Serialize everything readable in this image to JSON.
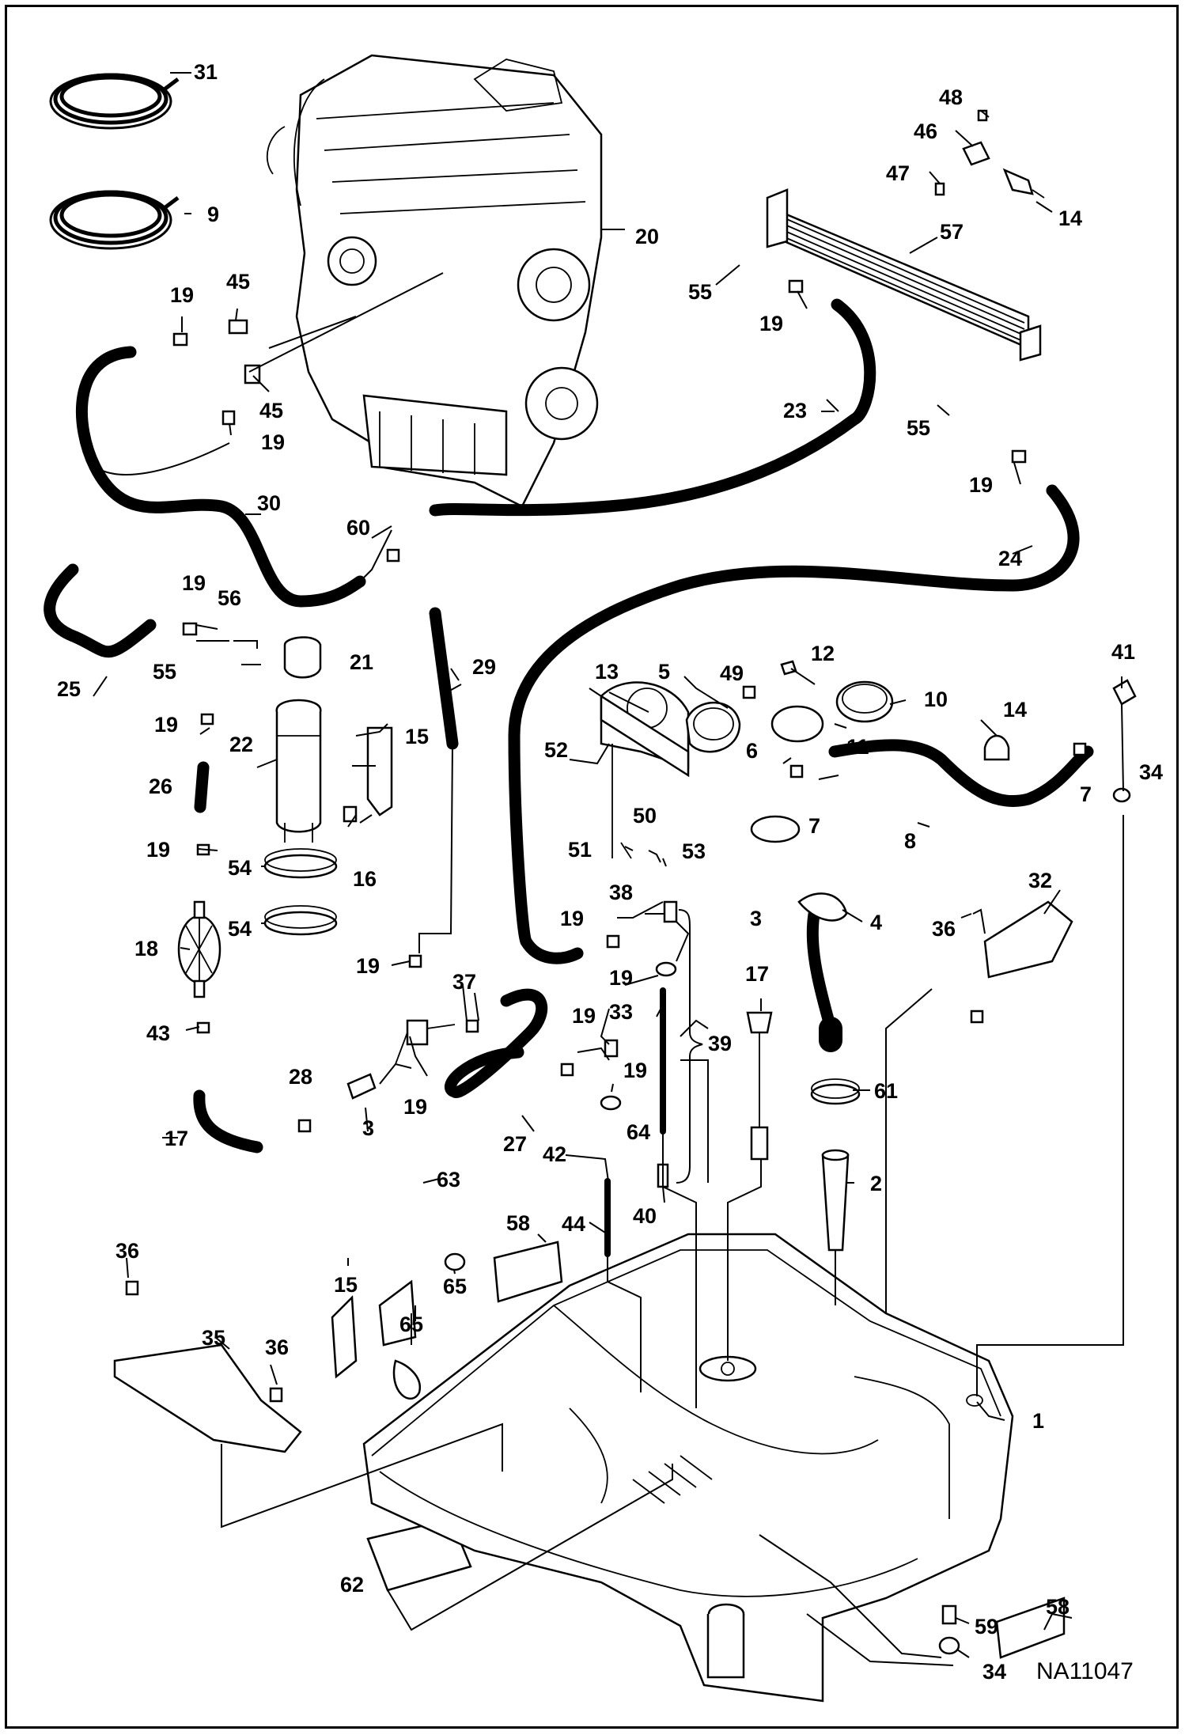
{
  "drawing_code": "NA11047",
  "callouts": [
    {
      "id": "c31",
      "text": "31"
    },
    {
      "id": "c9",
      "text": "9"
    },
    {
      "id": "c20",
      "text": "20"
    },
    {
      "id": "c48",
      "text": "48"
    },
    {
      "id": "c46",
      "text": "46"
    },
    {
      "id": "c47",
      "text": "47"
    },
    {
      "id": "c14a",
      "text": "14"
    },
    {
      "id": "c57",
      "text": "57"
    },
    {
      "id": "c55a",
      "text": "55"
    },
    {
      "id": "c19a",
      "text": "19"
    },
    {
      "id": "c19b",
      "text": "19"
    },
    {
      "id": "c45a",
      "text": "45"
    },
    {
      "id": "c45b",
      "text": "45"
    },
    {
      "id": "c19c",
      "text": "19"
    },
    {
      "id": "c23",
      "text": "23"
    },
    {
      "id": "c55b",
      "text": "55"
    },
    {
      "id": "c19d",
      "text": "19"
    },
    {
      "id": "c30",
      "text": "30"
    },
    {
      "id": "c60",
      "text": "60"
    },
    {
      "id": "c24",
      "text": "24"
    },
    {
      "id": "c19e",
      "text": "19"
    },
    {
      "id": "c56",
      "text": "56"
    },
    {
      "id": "c21",
      "text": "21"
    },
    {
      "id": "c55c",
      "text": "55"
    },
    {
      "id": "c25",
      "text": "25"
    },
    {
      "id": "c29",
      "text": "29"
    },
    {
      "id": "c13",
      "text": "13"
    },
    {
      "id": "c5",
      "text": "5"
    },
    {
      "id": "c49",
      "text": "49"
    },
    {
      "id": "c12",
      "text": "12"
    },
    {
      "id": "c10",
      "text": "10"
    },
    {
      "id": "c11",
      "text": "11"
    },
    {
      "id": "c41",
      "text": "41"
    },
    {
      "id": "c19f",
      "text": "19"
    },
    {
      "id": "c15a",
      "text": "15"
    },
    {
      "id": "c22",
      "text": "22"
    },
    {
      "id": "c26",
      "text": "26"
    },
    {
      "id": "c52",
      "text": "52"
    },
    {
      "id": "c6",
      "text": "6"
    },
    {
      "id": "c14b",
      "text": "14"
    },
    {
      "id": "c34a",
      "text": "34"
    },
    {
      "id": "c7a",
      "text": "7"
    },
    {
      "id": "c50",
      "text": "50"
    },
    {
      "id": "c7b",
      "text": "7"
    },
    {
      "id": "c8",
      "text": "8"
    },
    {
      "id": "c19g",
      "text": "19"
    },
    {
      "id": "c54a",
      "text": "54"
    },
    {
      "id": "c16",
      "text": "16"
    },
    {
      "id": "c51",
      "text": "51"
    },
    {
      "id": "c53",
      "text": "53"
    },
    {
      "id": "c38",
      "text": "38"
    },
    {
      "id": "c32",
      "text": "32"
    },
    {
      "id": "c3a",
      "text": "3"
    },
    {
      "id": "c4",
      "text": "4"
    },
    {
      "id": "c36a",
      "text": "36"
    },
    {
      "id": "c54b",
      "text": "54"
    },
    {
      "id": "c18",
      "text": "18"
    },
    {
      "id": "c19h",
      "text": "19"
    },
    {
      "id": "c19i",
      "text": "19"
    },
    {
      "id": "c19j",
      "text": "19"
    },
    {
      "id": "c17a",
      "text": "17"
    },
    {
      "id": "c33",
      "text": "33"
    },
    {
      "id": "c39",
      "text": "39"
    },
    {
      "id": "c37",
      "text": "37"
    },
    {
      "id": "c19k",
      "text": "19"
    },
    {
      "id": "c19l",
      "text": "19"
    },
    {
      "id": "c43",
      "text": "43"
    },
    {
      "id": "c19m",
      "text": "19"
    },
    {
      "id": "c61",
      "text": "61"
    },
    {
      "id": "c3b",
      "text": "3"
    },
    {
      "id": "c64",
      "text": "64"
    },
    {
      "id": "c17b",
      "text": "17"
    },
    {
      "id": "c28",
      "text": "28"
    },
    {
      "id": "c27",
      "text": "27"
    },
    {
      "id": "c42",
      "text": "42"
    },
    {
      "id": "c2",
      "text": "2"
    },
    {
      "id": "c63",
      "text": "63"
    },
    {
      "id": "c58a",
      "text": "58"
    },
    {
      "id": "c44",
      "text": "44"
    },
    {
      "id": "c40",
      "text": "40"
    },
    {
      "id": "c36b",
      "text": "36"
    },
    {
      "id": "c15b",
      "text": "15"
    },
    {
      "id": "c65a",
      "text": "65"
    },
    {
      "id": "c35",
      "text": "35"
    },
    {
      "id": "c36c",
      "text": "36"
    },
    {
      "id": "c65b",
      "text": "65"
    },
    {
      "id": "c1",
      "text": "1"
    },
    {
      "id": "c62",
      "text": "62"
    },
    {
      "id": "c58b",
      "text": "58"
    },
    {
      "id": "c59",
      "text": "59"
    },
    {
      "id": "c34b",
      "text": "34"
    }
  ]
}
